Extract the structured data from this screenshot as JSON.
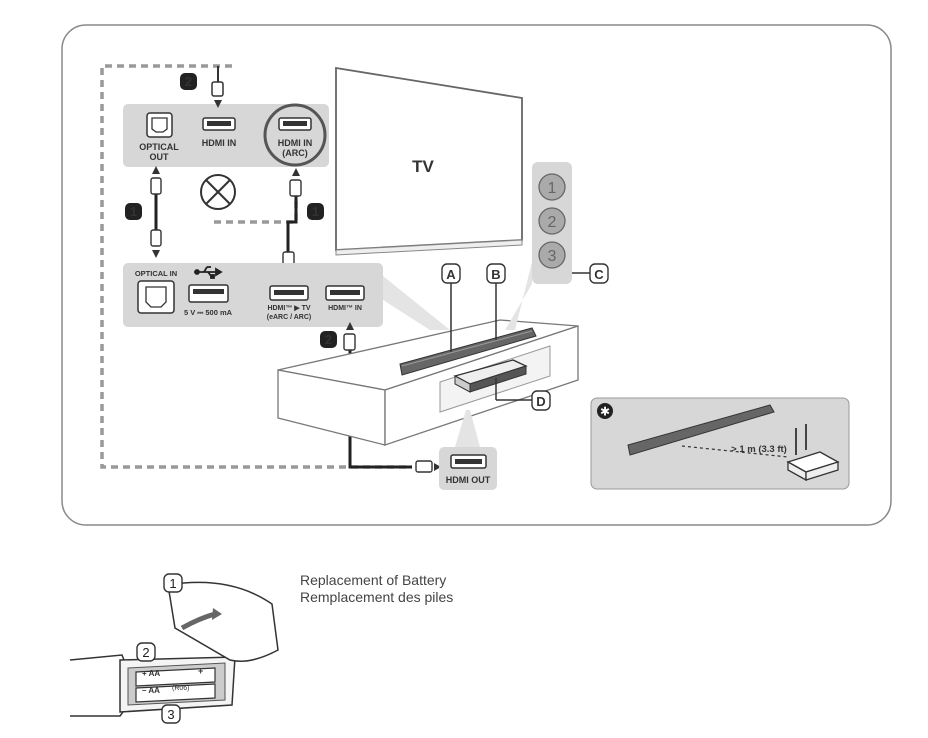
{
  "ports": {
    "optical_out": [
      "OPTICAL",
      "OUT"
    ],
    "hdmi_in": "HDMI IN",
    "hdmi_in_arc": [
      "HDMI IN",
      "(ARC)"
    ],
    "optical_in": "OPTICAL IN",
    "usb_spec": "5 V ⎓ 500 mA",
    "hdmi_tv": [
      "HDMI™ ▶ TV",
      "(eARC / ARC)"
    ],
    "hdmi_in_bar": "HDMI™ IN",
    "hdmi_out": "HDMI OUT"
  },
  "tv_label": "TV",
  "steps": {
    "one": "1",
    "two": "2"
  },
  "callouts": {
    "a": "A",
    "b": "B",
    "c": "C",
    "d": "D"
  },
  "remote_buttons": [
    "1",
    "2",
    "3"
  ],
  "distance": "> 1 m (3.3 ft)",
  "note_symbol": "✱",
  "battery": {
    "caption_en": "Replacement of Battery",
    "caption_fr": "Remplacement des piles",
    "steps": [
      "1",
      "2",
      "3"
    ],
    "cell_text": [
      "+ AA",
      "– AA",
      "(R06)",
      "+"
    ]
  }
}
